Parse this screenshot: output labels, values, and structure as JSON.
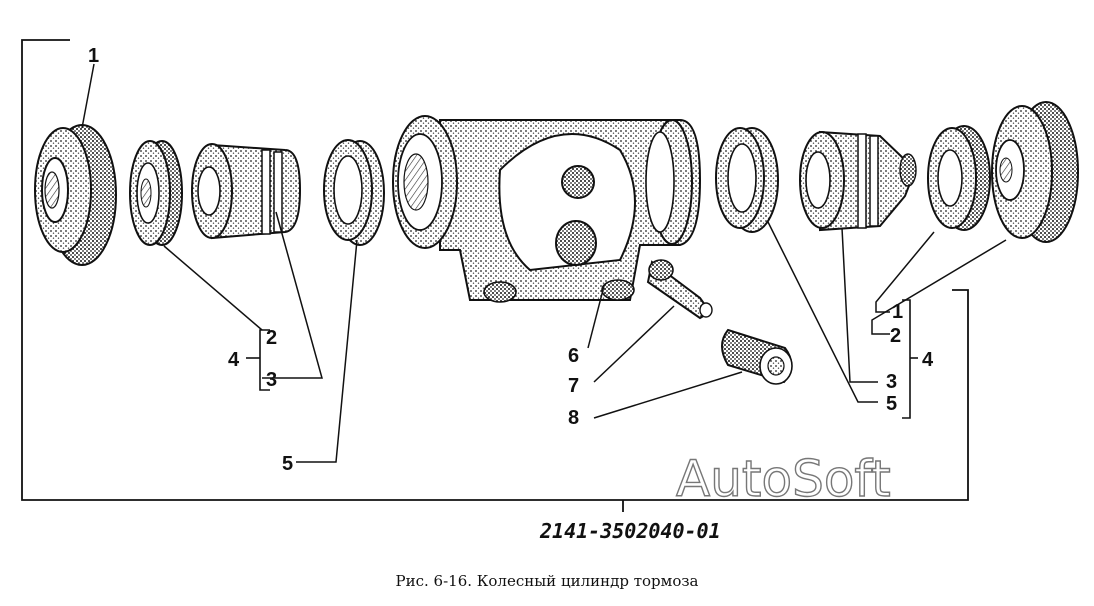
{
  "labels": {
    "left": {
      "n1": "1",
      "n4": "4",
      "n2": "2",
      "n3": "3",
      "n5": "5"
    },
    "center": {
      "n6": "6",
      "n7": "7",
      "n8": "8"
    },
    "right": {
      "n1": "1",
      "n2": "2",
      "n4": "4",
      "n3": "3",
      "n5": "5"
    }
  },
  "part_number": "2141-3502040-01",
  "watermark": "AutoSoft",
  "caption": "Рис. 6-16. Колесный цилиндр тормоза"
}
